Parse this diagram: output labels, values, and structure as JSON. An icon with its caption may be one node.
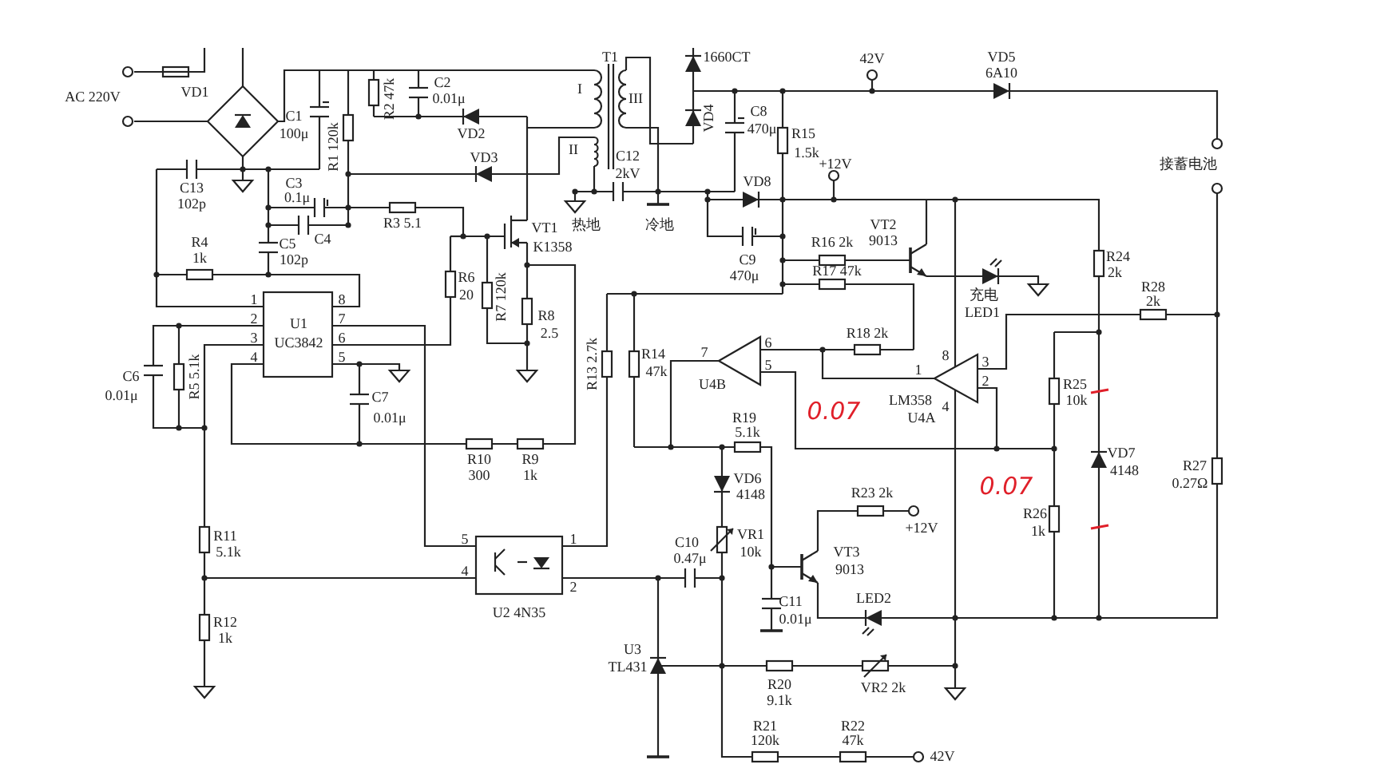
{
  "diagram": {
    "labels": [
      "T1",
      "1660CT",
      "42V",
      "VD5",
      "6A10",
      "AC 220V",
      "VD1",
      "R2 47k",
      "C2",
      "0.01μ",
      "I",
      "III",
      "C1",
      "VD4",
      "C8",
      "100μ",
      "VD2",
      "470μ",
      "R15",
      "R1 120k",
      "VD3",
      "II",
      "C12",
      "1.5k",
      "+12V",
      "接蓄电池",
      "2kV",
      "C13",
      "C3",
      "VD8",
      "102p",
      "0.1μ",
      "R3 5.1",
      "VT1",
      "热地",
      "冷地",
      "VT2",
      "R4",
      "C5",
      "C4",
      "K1358",
      "R16 2k",
      "9013",
      "1k",
      "102p",
      "C9",
      "R24",
      "R6",
      "470μ",
      "R17 47k",
      "2k",
      "1",
      "8",
      "20",
      "R7 120k",
      "充电",
      "R28",
      "2k",
      "2",
      "U1",
      "7",
      "R8",
      "LED1",
      "3",
      "UC3842",
      "6",
      "2.5",
      "6",
      "R18 2k",
      "4",
      "5",
      "R13 2.7k",
      "R14",
      "47k",
      "7",
      "5",
      "1",
      "8",
      "3",
      "C6",
      "R5 5.1k",
      "U4B",
      "2",
      "R25",
      "0.01μ",
      "C7",
      "LM358",
      "10k",
      "0.07",
      "4",
      "0.01μ",
      "R19",
      "U4A",
      "5.1k",
      "R10",
      "R9",
      "VD7",
      "300",
      "1k",
      "VD6",
      "4148",
      "R27",
      "4148",
      "R23 2k",
      "0.07",
      "0.27Ω",
      "R26",
      "R11",
      "5",
      "1",
      "C10",
      "VR1",
      "+12V",
      "1k",
      "5.1k",
      "0.47μ",
      "10k",
      "VT3",
      "4",
      "9013",
      "2",
      "C11",
      "LED2",
      "R12",
      "U2 4N35",
      "0.01μ",
      "1k",
      "U3",
      "TL431",
      "R20",
      "VR2 2k",
      "9.1k",
      "R21",
      "R22",
      "120k",
      "47k",
      "42V"
    ]
  }
}
